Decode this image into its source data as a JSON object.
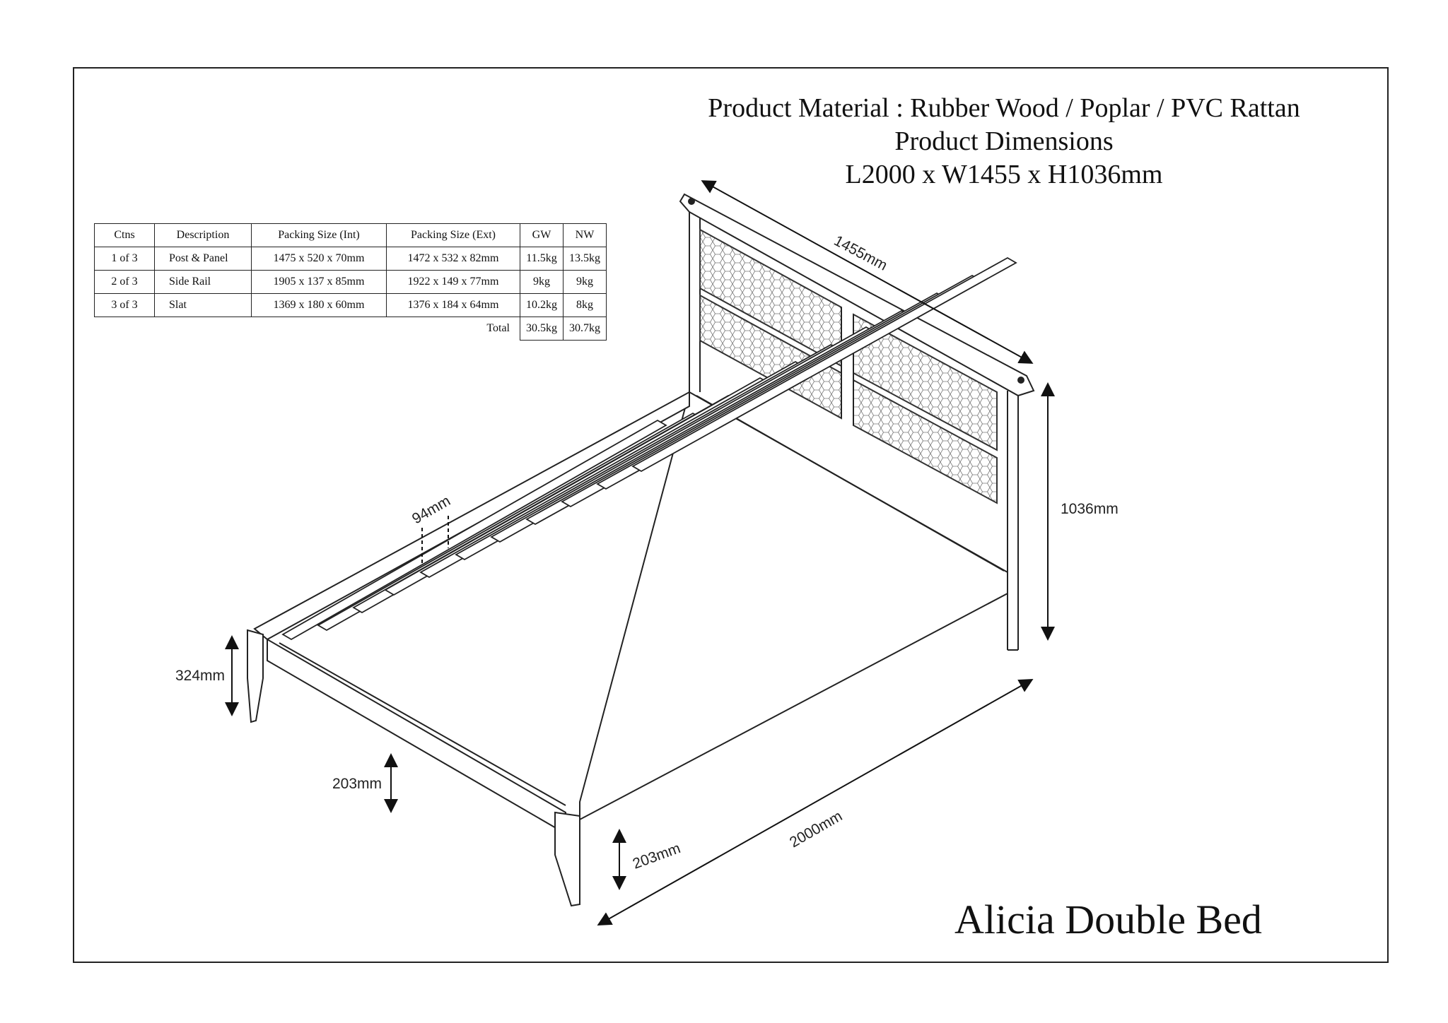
{
  "header": {
    "material": "Product Material : Rubber Wood / Poplar / PVC Rattan",
    "dimensions_title": "Product Dimensions",
    "dimensions_value": "L2000 x W1455 x H1036mm"
  },
  "table": {
    "headers": [
      "Ctns",
      "Description",
      "Packing Size (Int)",
      "Packing Size (Ext)",
      "GW",
      "NW"
    ],
    "rows": [
      [
        "1 of 3",
        "Post & Panel",
        "1475 x 520 x 70mm",
        "1472 x 532 x 82mm",
        "11.5kg",
        "13.5kg"
      ],
      [
        "2 of 3",
        "Side Rail",
        "1905 x 137 x 85mm",
        "1922 x 149 x 77mm",
        "9kg",
        "9kg"
      ],
      [
        "3 of 3",
        "Slat",
        "1369 x 180 x 60mm",
        "1376 x 184 x 64mm",
        "10.2kg",
        "8kg"
      ]
    ],
    "total_label": "Total",
    "total_gw": "30.5kg",
    "total_nw": "30.7kg"
  },
  "dimensions": {
    "width": "1455mm",
    "height": "1036mm",
    "slat_width": "94mm",
    "foot_height": "324mm",
    "clearance_side": "203mm",
    "clearance_front": "203mm",
    "length": "2000mm"
  },
  "product_name": "Alicia Double Bed"
}
